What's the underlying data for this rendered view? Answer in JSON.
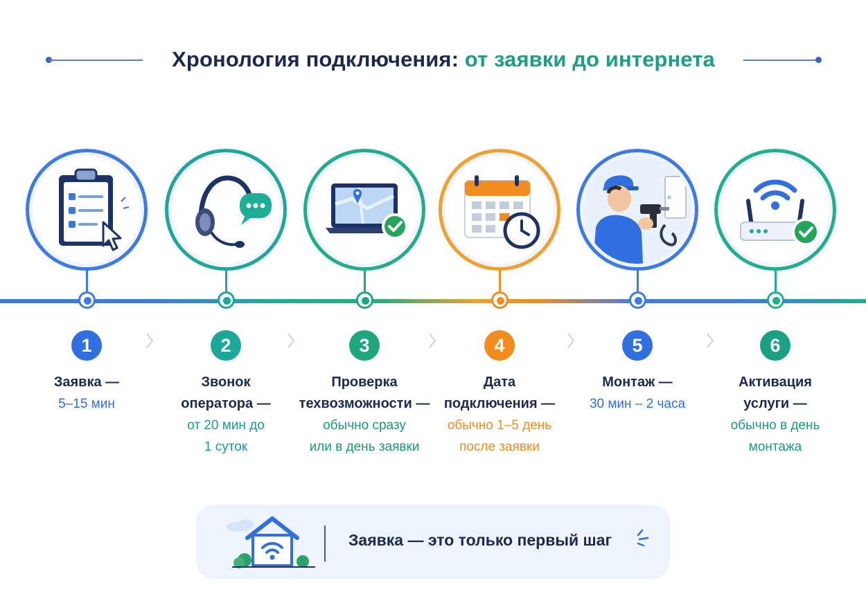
{
  "header": {
    "title_main": "Хронология подключения:",
    "title_accent": "от заявки до интернета"
  },
  "colors": {
    "blue": "#3c7be6",
    "teal": "#1cae96",
    "green": "#22b07a",
    "orange": "#f28c1f",
    "navy": "#1c2a4f"
  },
  "steps": [
    {
      "number": "1",
      "title": [
        "Заявка —"
      ],
      "detail": [
        "5–15 мин"
      ],
      "color": "#2f6fe0",
      "icon": "clipboard-checklist-icon"
    },
    {
      "number": "2",
      "title": [
        "Звонок",
        "оператора —"
      ],
      "detail": [
        "от 20 мин до",
        "1 суток"
      ],
      "color": "#1ba79a",
      "icon": "headset-chat-icon"
    },
    {
      "number": "3",
      "title": [
        "Проверка",
        "техвозможности —"
      ],
      "detail": [
        "обычно сразу",
        "или в день заявки"
      ],
      "color": "#1ea77d",
      "icon": "laptop-map-icon"
    },
    {
      "number": "4",
      "title": [
        "Дата",
        "подключения —"
      ],
      "detail": [
        "обычно 1–5 день",
        "после заявки"
      ],
      "color": "#f28c1f",
      "icon": "calendar-clock-icon"
    },
    {
      "number": "5",
      "title": [
        "Монтаж —"
      ],
      "detail": [
        "30 мин – 2 часа"
      ],
      "color": "#2f6fe0",
      "icon": "technician-icon"
    },
    {
      "number": "6",
      "title": [
        "Активация",
        "услуги —"
      ],
      "detail": [
        "обычно в день",
        "монтажа"
      ],
      "color": "#1aa083",
      "icon": "wifi-router-icon"
    }
  ],
  "banner": {
    "text": "Заявка — это только первый шаг",
    "icon": "house-wifi-icon"
  }
}
